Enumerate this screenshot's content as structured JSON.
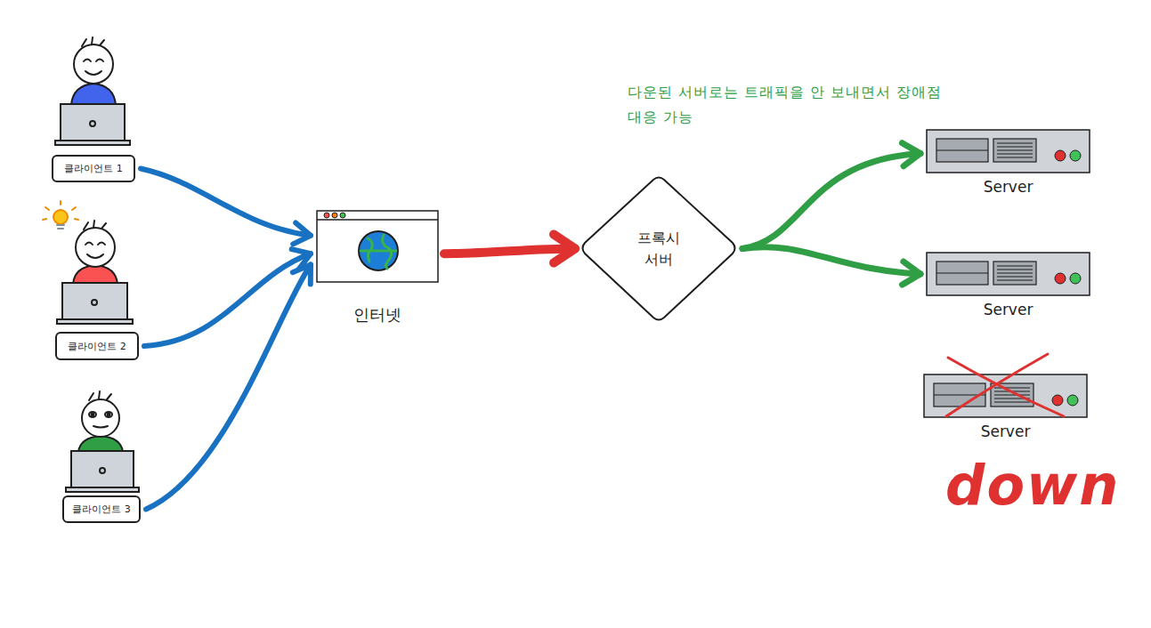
{
  "diagram": {
    "nodes": [
      {
        "text": [
          "클라이언트 1"
        ]
      },
      {
        "text": [
          "클라이언트 2"
        ]
      },
      {
        "text": [
          "클라이언트 3"
        ]
      },
      {
        "text": [
          "인터넷"
        ]
      },
      {
        "text": [
          "프록시 서버"
        ]
      },
      {
        "text": [
          "Server"
        ]
      },
      {
        "text": [
          "Server"
        ]
      },
      {
        "text": [
          "Server"
        ]
      }
    ],
    "edges": [
      {
        "from": 0,
        "to": 3,
        "arrow": "to"
      },
      {
        "from": 1,
        "to": 3,
        "arrow": "to"
      },
      {
        "from": 2,
        "to": 3,
        "arrow": "to"
      },
      {
        "from": 3,
        "to": 4,
        "arrow": "to"
      },
      {
        "from": 4,
        "to": 5,
        "arrow": "to"
      },
      {
        "from": 4,
        "to": 6,
        "arrow": "to"
      }
    ],
    "labels": [
      "다운된 서버로는 트래픽을 안 보내면서 장애점 대응 가능",
      "down"
    ]
  }
}
